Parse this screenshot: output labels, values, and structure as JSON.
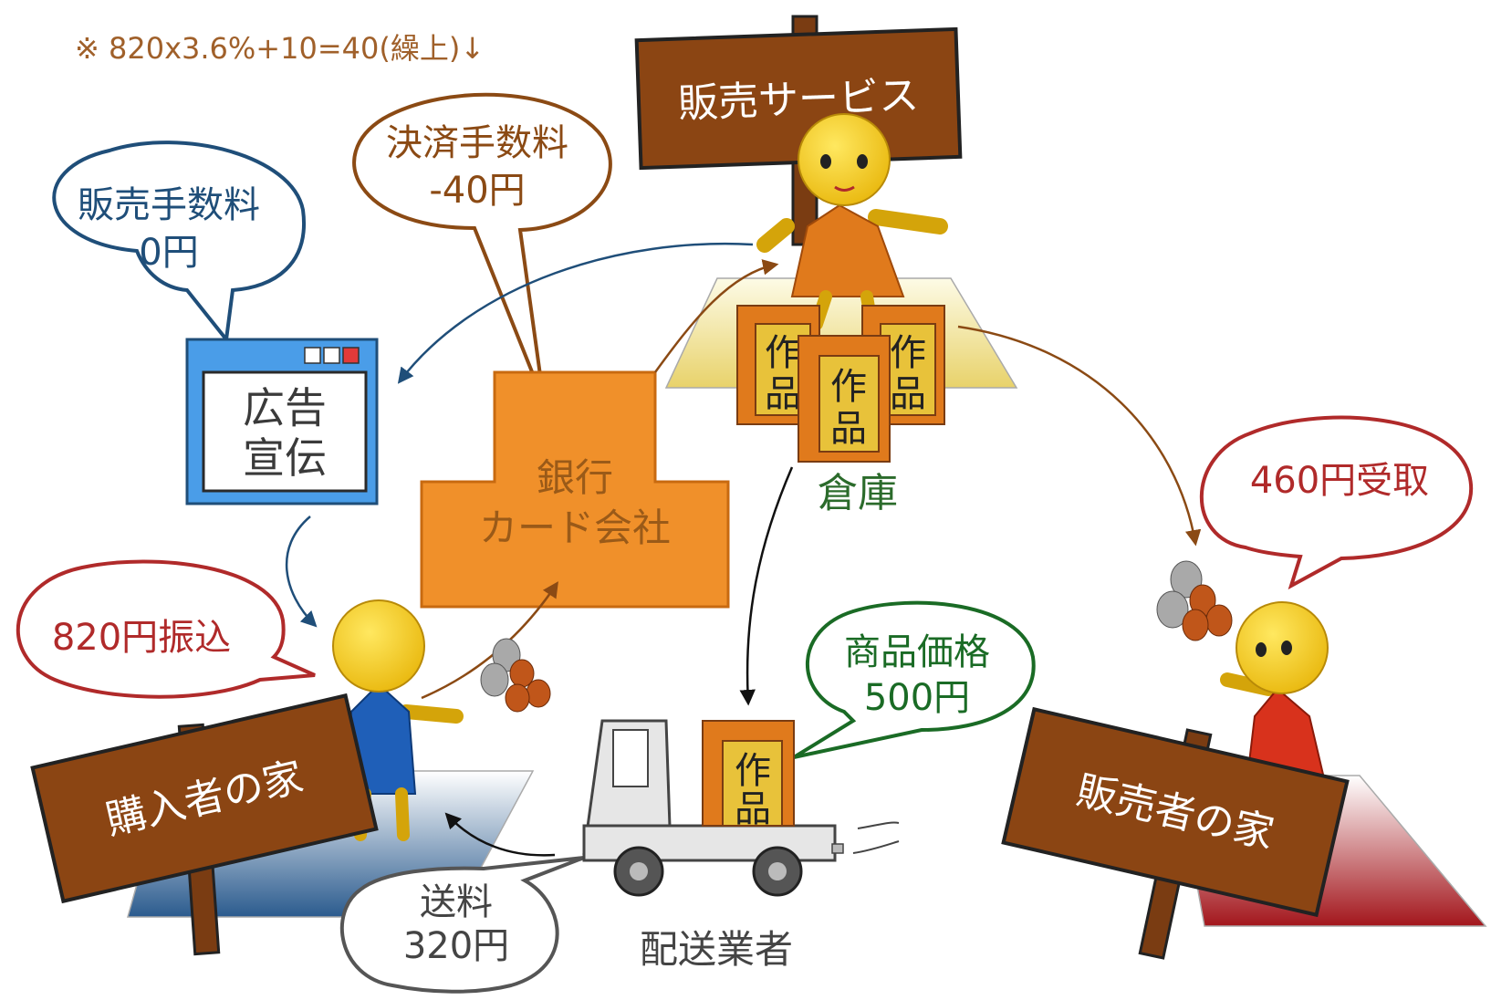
{
  "note": "※ 820x3.6%+10=40(繰上)↓",
  "signs": {
    "service": "販売サービス",
    "buyer_home": "購入者の家",
    "seller_home": "販売者の家"
  },
  "bubbles": {
    "sales_fee": [
      "販売手数料",
      "0円"
    ],
    "settlement_fee": [
      "決済手数料",
      "-40円"
    ],
    "payment": "820円振込",
    "receipt": "460円受取",
    "product_price": [
      "商品価格",
      "500円"
    ],
    "shipping": [
      "送料",
      "320円"
    ]
  },
  "ad_window": [
    "広告",
    "宣伝"
  ],
  "bank": [
    "銀行",
    "カード会社"
  ],
  "warehouse_label": "倉庫",
  "product_box_label": [
    "作",
    "品"
  ],
  "carrier_label": "配送業者",
  "colors": {
    "sign_wood": "#8b4513",
    "sign_border": "#222222",
    "bank_orange": "#f0902a",
    "blue_bubble": "#1f4e79",
    "brown_bubble": "#8b4a14",
    "red_bubble": "#b02a2a",
    "green_bubble": "#1a6b25",
    "gray_bubble": "#555555",
    "person_head": "#f5d020",
    "service_dress": "#e07a1c",
    "buyer_dress": "#1f5fb8",
    "seller_dress": "#d8321c",
    "window_blue": "#4a9de8"
  }
}
